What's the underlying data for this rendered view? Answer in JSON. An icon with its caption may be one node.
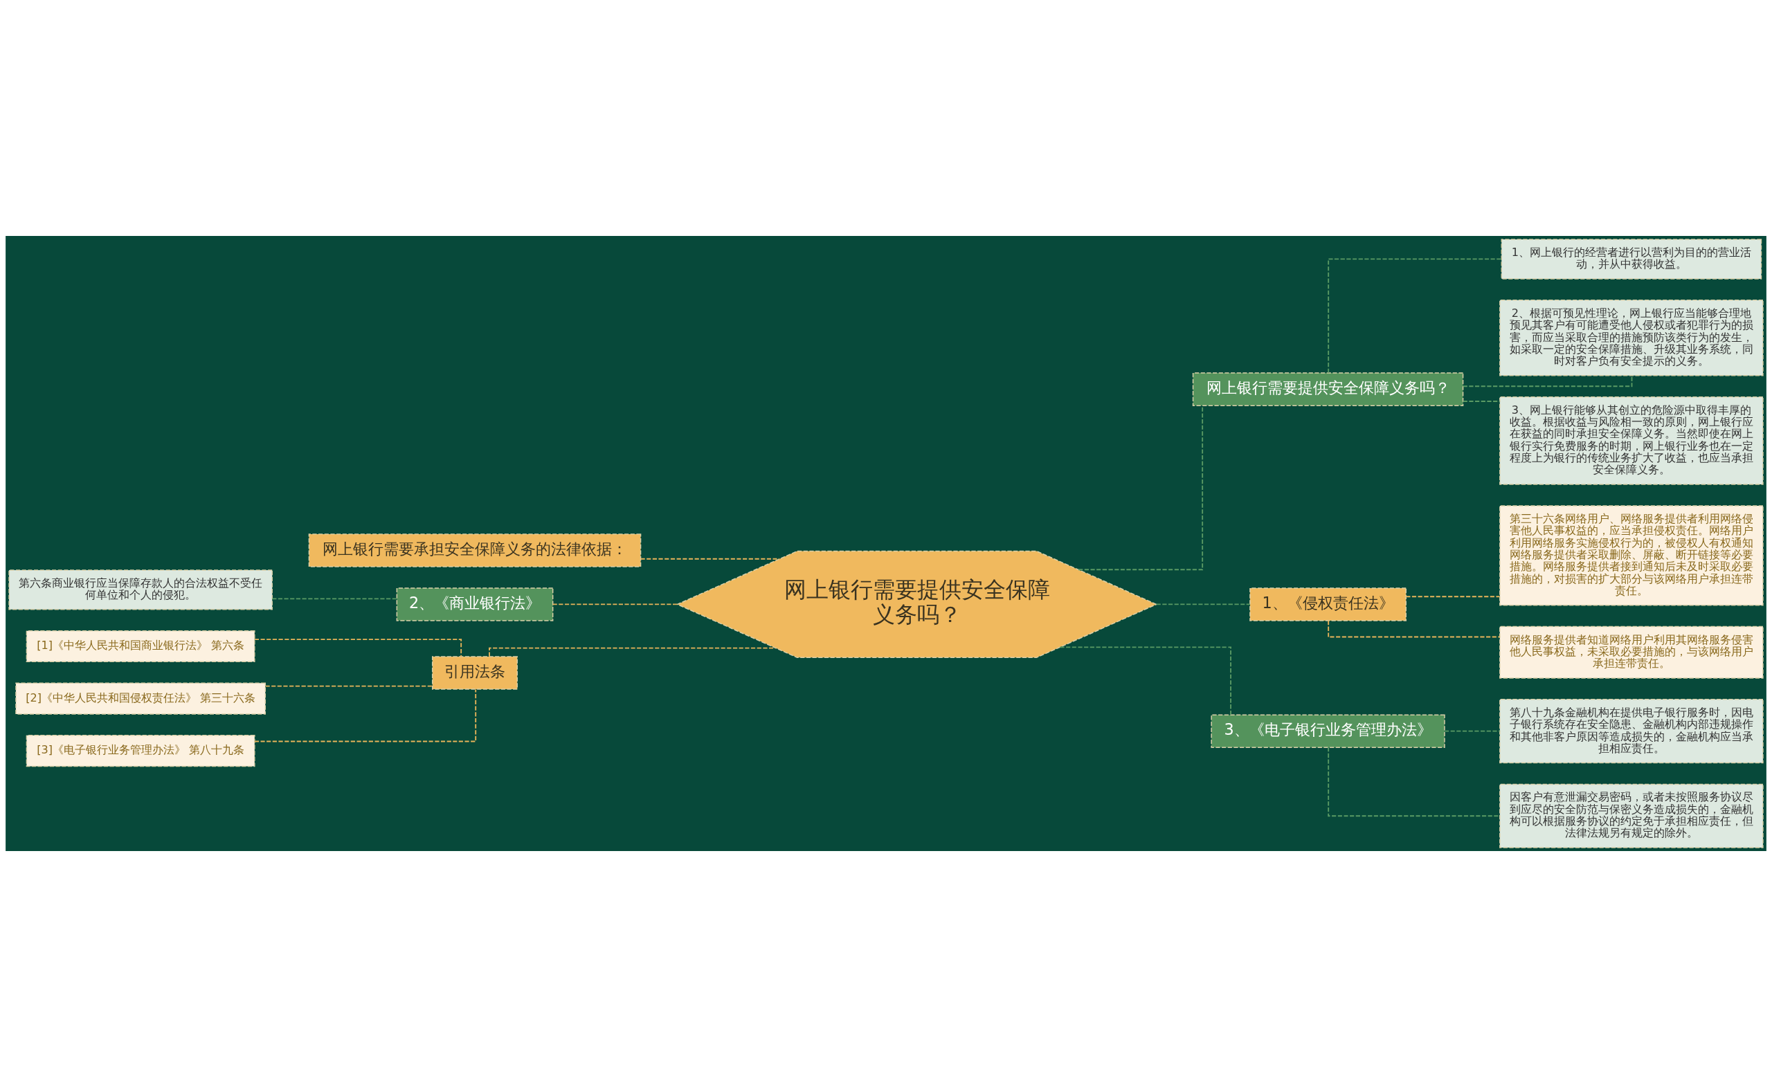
{
  "diagram": {
    "nodes": [
      {
        "text": [
          "网上银行需要提供安全保障义务吗？"
        ]
      },
      {
        "text": [
          "网上银行需要提供安全保障义务吗？"
        ]
      },
      {
        "text": [
          "1、网上银行的经营者进行以营利为目的的营业活动，并从中获得收益。"
        ]
      },
      {
        "text": [
          "2、根据可预见性理论，网上银行应当能够合理地预见其客户有可能遭受他人侵权或者犯罪行为的损害，而应当采取合理的措施预防该类行为的发生，如采取一定的安全保障措施、升级其业务系统，同时对客户负有安全提示的义务。"
        ]
      },
      {
        "text": [
          "3、网上银行能够从其创立的危险源中取得丰厚的收益。根据收益与风险相一致的原则，网上银行应在获益的同时承担安全保障义务。当然即使在网上银行实行免费服务的时期，网上银行业务也在一定程度上为银行的传统业务扩大了收益，也应当承担安全保障义务。"
        ]
      },
      {
        "text": [
          "1、《侵权责任法》"
        ]
      },
      {
        "text": [
          "第三十六条网络用户、网络服务提供者利用网络侵害他人民事权益的，应当承担侵权责任。网络用户利用网络服务实施侵权行为的，被侵权人有权通知网络服务提供者采取删除、屏蔽、断开链接等必要措施。网络服务提供者接到通知后未及时采取必要措施的，对损害的扩大部分与该网络用户承担连带责任。"
        ]
      },
      {
        "text": [
          "网络服务提供者知道网络用户利用其网络服务侵害他人民事权益，未采取必要措施的，与该网络用户承担连带责任。"
        ]
      },
      {
        "text": [
          "3、《电子银行业务管理办法》"
        ]
      },
      {
        "text": [
          "第八十九条金融机构在提供电子银行服务时，因电子银行系统存在安全隐患、金融机构内部违规操作和其他非客户原因等造成损失的，金融机构应当承担相应责任。"
        ]
      },
      {
        "text": [
          "因客户有意泄漏交易密码，或者未按照服务协议尽到应尽的安全防范与保密义务造成损失的，金融机构可以根据服务协议的约定免于承担相应责任，但法律法规另有规定的除外。"
        ]
      },
      {
        "text": [
          "网上银行需要承担安全保障义务的法律依据："
        ]
      },
      {
        "text": [
          "2、《商业银行法》"
        ]
      },
      {
        "text": [
          "第六条商业银行应当保障存款人的合法权益不受任何单位和个人的侵犯。"
        ]
      },
      {
        "text": [
          "引用法条"
        ]
      },
      {
        "text": [
          "[1]《中华人民共和国商业银行法》 第六条"
        ]
      },
      {
        "text": [
          "[2]《中华人民共和国侵权责任法》 第三十六条"
        ]
      },
      {
        "text": [
          "[3]《电子银行业务管理办法》 第八十九条"
        ]
      }
    ],
    "edges": [
      {
        "from": 0,
        "to": 1,
        "arrow": "none",
        "style": "dashed",
        "color": "#5a9a64"
      },
      {
        "from": 1,
        "to": 2,
        "arrow": "none",
        "style": "dashed",
        "color": "#5a9a64"
      },
      {
        "from": 1,
        "to": 3,
        "arrow": "none",
        "style": "dashed",
        "color": "#5a9a64"
      },
      {
        "from": 1,
        "to": 4,
        "arrow": "none",
        "style": "dashed",
        "color": "#5a9a64"
      },
      {
        "from": 0,
        "to": 5,
        "arrow": "none",
        "style": "dashed",
        "color": "#5a9a64"
      },
      {
        "from": 5,
        "to": 6,
        "arrow": "none",
        "style": "dashed",
        "color": "#e8b45a"
      },
      {
        "from": 5,
        "to": 7,
        "arrow": "none",
        "style": "dashed",
        "color": "#e8b45a"
      },
      {
        "from": 0,
        "to": 8,
        "arrow": "none",
        "style": "dashed",
        "color": "#5a9a64"
      },
      {
        "from": 8,
        "to": 9,
        "arrow": "none",
        "style": "dashed",
        "color": "#5a9a64"
      },
      {
        "from": 8,
        "to": 10,
        "arrow": "none",
        "style": "dashed",
        "color": "#5a9a64"
      },
      {
        "from": 0,
        "to": 11,
        "arrow": "none",
        "style": "dashed",
        "color": "#e8b45a"
      },
      {
        "from": 0,
        "to": 12,
        "arrow": "none",
        "style": "dashed",
        "color": "#e8b45a"
      },
      {
        "from": 12,
        "to": 13,
        "arrow": "none",
        "style": "dashed",
        "color": "#5a9a64"
      },
      {
        "from": 0,
        "to": 14,
        "arrow": "none",
        "style": "dashed",
        "color": "#e8b45a"
      },
      {
        "from": 14,
        "to": 15,
        "arrow": "none",
        "style": "dashed",
        "color": "#e8b45a"
      },
      {
        "from": 14,
        "to": 16,
        "arrow": "none",
        "style": "dashed",
        "color": "#e8b45a"
      },
      {
        "from": 14,
        "to": 17,
        "arrow": "none",
        "style": "dashed",
        "color": "#e8b45a"
      }
    ]
  }
}
